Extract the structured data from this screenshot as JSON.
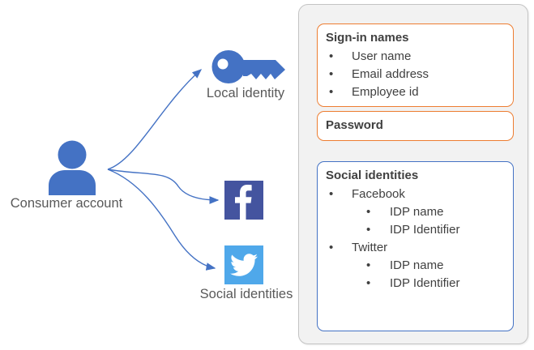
{
  "diagram": {
    "consumer_label": "Consumer account",
    "local_identity_label": "Local identity",
    "social_identities_label": "Social identities"
  },
  "panel": {
    "signin_box": {
      "title": "Sign-in names",
      "items": [
        "User name",
        "Email address",
        "Employee id"
      ]
    },
    "password_box": {
      "title": "Password"
    },
    "social_box": {
      "title": "Social identities",
      "items": [
        {
          "label": "Facebook",
          "children": [
            "IDP name",
            "IDP Identifier"
          ]
        },
        {
          "label": "Twitter",
          "children": [
            "IDP name",
            "IDP Identifier"
          ]
        }
      ]
    }
  },
  "colors": {
    "accent_blue": "#4472C4",
    "facebook_blue": "#44549F",
    "twitter_blue": "#4FA8EA",
    "panel_background": "#F2F2F2",
    "panel_border": "#C4C4C4",
    "orange_box_border": "#ED7D31",
    "blue_box_border": "#4472C4",
    "box_text": "#404040",
    "label_text": "#595959"
  }
}
